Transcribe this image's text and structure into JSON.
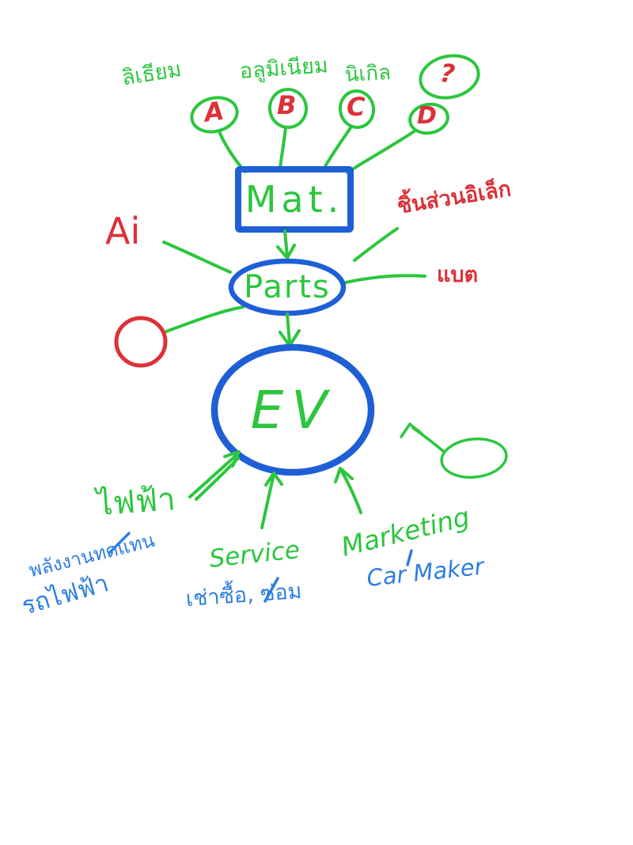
{
  "colors": {
    "green": "#2cc63e",
    "blue-shape": "#1e5fd6",
    "blue-text": "#2e7ee0",
    "red": "#dc3138",
    "bg": "#ffffff"
  },
  "diagram": {
    "materials": {
      "lithium": "ลิเธียม",
      "aluminium": "อลูมิเนียม",
      "nickel": "นิเกิล",
      "unknown": "?",
      "a": "A",
      "b": "B",
      "c": "C",
      "d": "D"
    },
    "nodes": {
      "mat": "Mat.",
      "parts": "Parts",
      "ev": "EV"
    },
    "parts_annotations": {
      "ai": "Ai",
      "electronic_parts": "ชิ้นส่วนอิเล็ก",
      "battery": "แบต"
    },
    "ev_annotations": {
      "electricity": "ไฟฟ้า",
      "renewable_energy": "พลังงานทดแทน",
      "electric_rail": "รถไฟฟ้า",
      "service": "Service",
      "hire_purchase_repair": "เช่าซื้อ, ซ่อม",
      "marketing": "Marketing",
      "car_maker": "Car Maker"
    }
  }
}
